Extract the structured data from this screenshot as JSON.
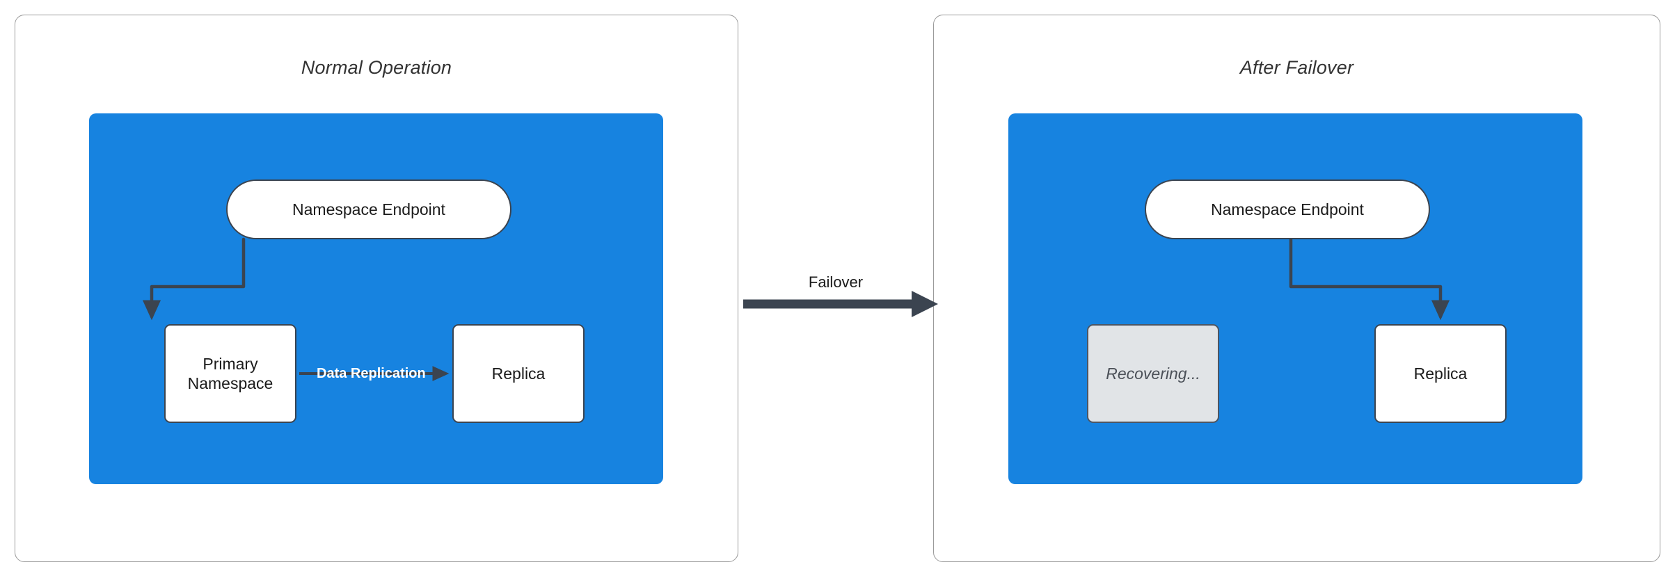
{
  "diagram": {
    "title_left": "Normal Operation",
    "title_right": "After Failover",
    "colors": {
      "cluster_blue": "#1783e0",
      "node_stroke": "#3b4450",
      "node_fill": "#ffffff",
      "dim_fill": "#e1e4e7",
      "panel_border": "#9a9a9a",
      "edge_stroke": "#3b4450",
      "edge_label_white": "#ffffff"
    }
  },
  "left_panel": {
    "title": "Normal Operation",
    "nodes": {
      "endpoint": "Namespace Endpoint",
      "primary": "Primary\nNamespace",
      "primary_line1": "Primary",
      "primary_line2": "Namespace",
      "replica": "Replica"
    },
    "edges": {
      "endpoint_to_primary": "",
      "replication_label": "Data Replication"
    }
  },
  "center": {
    "failover_label": "Failover"
  },
  "right_panel": {
    "title": "After Failover",
    "nodes": {
      "endpoint": "Namespace Endpoint",
      "recovering": "Recovering...",
      "replica": "Replica"
    },
    "edges": {
      "endpoint_to_replica": ""
    }
  }
}
